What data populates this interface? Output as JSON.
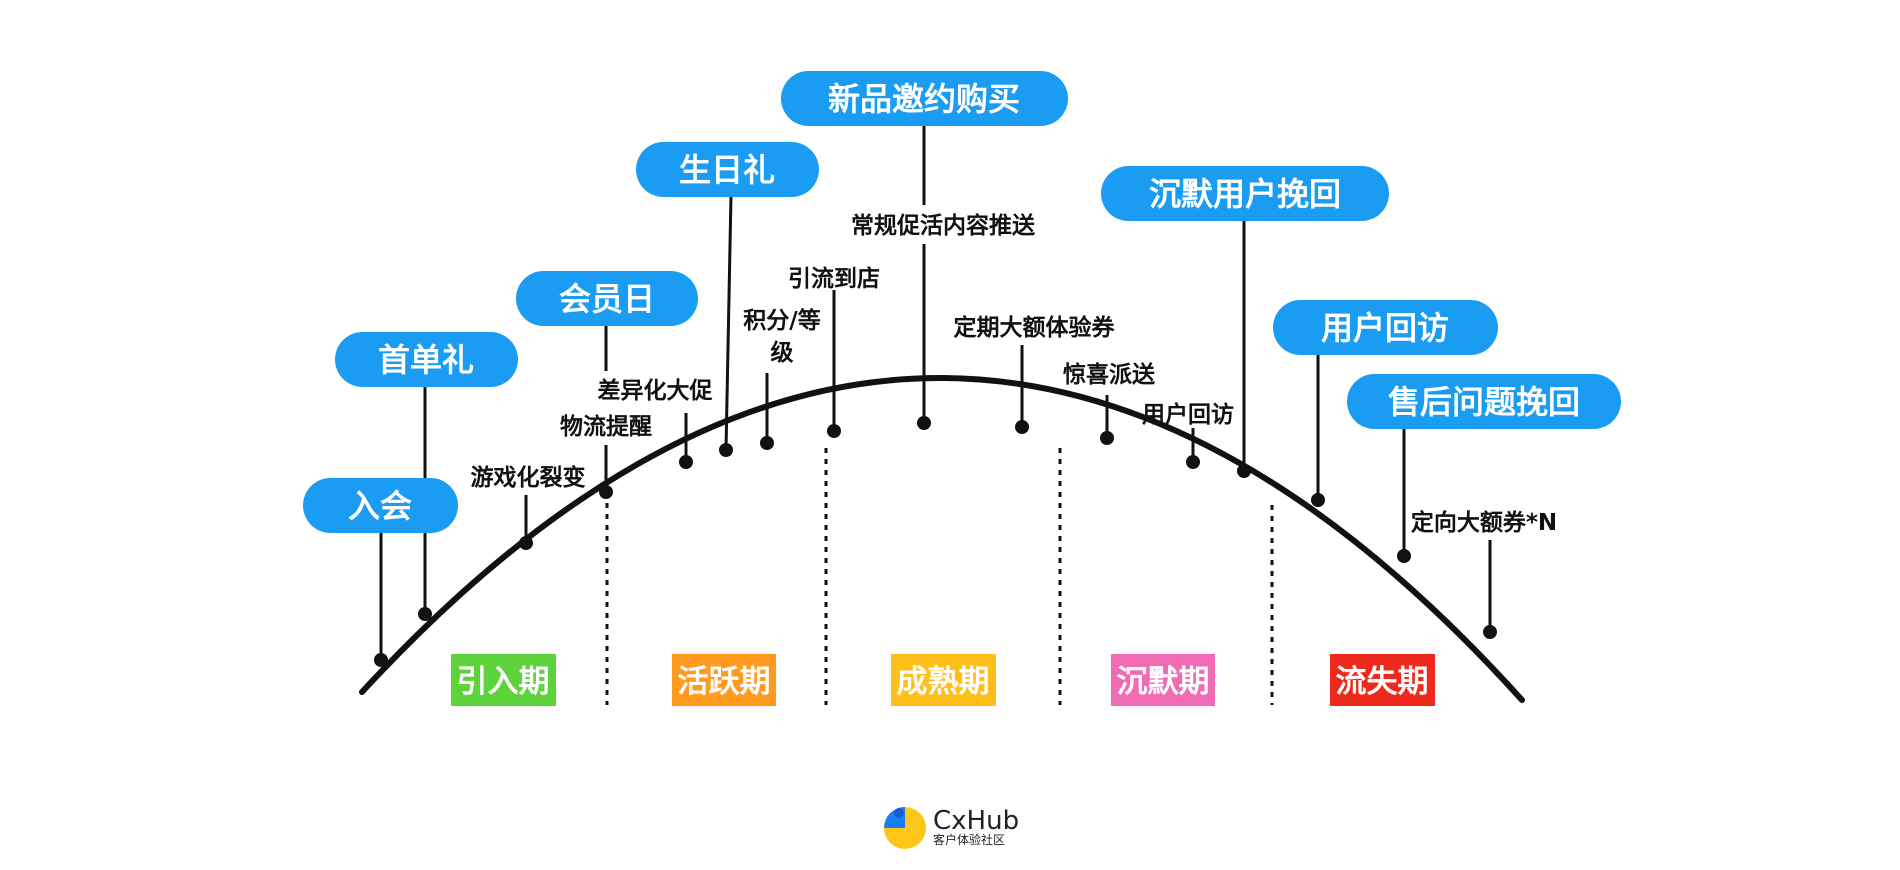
{
  "colors": {
    "pill": "#1A9CF2",
    "line": "#111111",
    "intro": "#5ED23A",
    "active": "#FF9A1E",
    "mature": "#FFBF1A",
    "silent": "#F06AB4",
    "churn": "#EE2A1C"
  },
  "pills": {
    "join": "入会",
    "first_order": "首单礼",
    "member_day": "会员日",
    "birthday": "生日礼",
    "new_product": "新品邀约购买",
    "silent_recall": "沉默用户挽回",
    "user_revisit": "用户回访",
    "after_sales": "售后问题挽回"
  },
  "labels": {
    "gamified": "游戏化裂变",
    "logistics": "物流提醒",
    "diff_promo": "差异化大促",
    "points_line1": "积分/等",
    "points_line2": "级",
    "drive_store": "引流到店",
    "regular_push": "常规促活内容推送",
    "big_coupon": "定期大额体验券",
    "surprise": "惊喜派送",
    "revisit_small": "用户回访",
    "targeted_coupon": "定向大额券*N"
  },
  "phases": {
    "intro": "引入期",
    "active": "活跃期",
    "mature": "成熟期",
    "silent": "沉默期",
    "churn": "流失期"
  },
  "logo": {
    "name": "CxHub",
    "sub": "客户体验社区",
    "icon": "cxhub-logo-icon"
  }
}
